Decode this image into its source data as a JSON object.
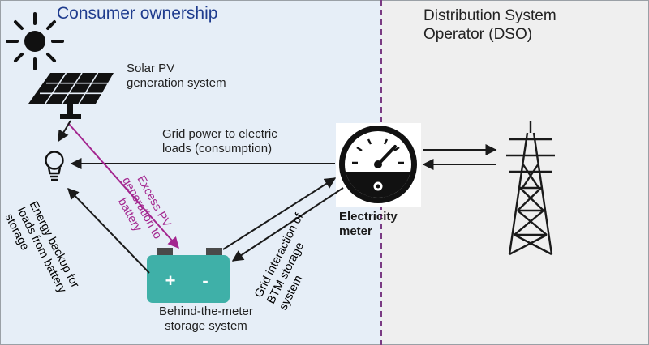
{
  "regions": {
    "consumer_title": "Consumer ownership",
    "dso_title_line1": "Distribution System",
    "dso_title_line2": "Operator (DSO)"
  },
  "nodes": {
    "solar_line1": "Solar PV",
    "solar_line2": "generation system",
    "meter_line1": "Electricity",
    "meter_line2": "meter",
    "storage_line1": "Behind-the-meter",
    "storage_line2": "storage system",
    "battery_plus": "+",
    "battery_minus": "-"
  },
  "flows": {
    "grid_power_line1": "Grid power to electric",
    "grid_power_line2": "loads (consumption)",
    "excess_pv_line1": "Excess PV",
    "excess_pv_line2": "generation to",
    "excess_pv_line3": "battery",
    "backup_line1": "Energy backup for",
    "backup_line2": "loads from battery",
    "backup_line3": "storage",
    "btm_line1": "Grid interaction of",
    "btm_line2": "BTM storage",
    "btm_line3": "system"
  },
  "colors": {
    "consumer_bg": "#e6eef7",
    "dso_bg": "#efefef",
    "divider": "#7a3b83",
    "excess_flow": "#a3268f",
    "battery": "#3fb0a8",
    "consumer_title": "#1f3c8e"
  },
  "icons": [
    "sun-icon",
    "solar-panel-icon",
    "light-bulb-icon",
    "battery-icon",
    "meter-gauge-icon",
    "transmission-tower-icon"
  ]
}
